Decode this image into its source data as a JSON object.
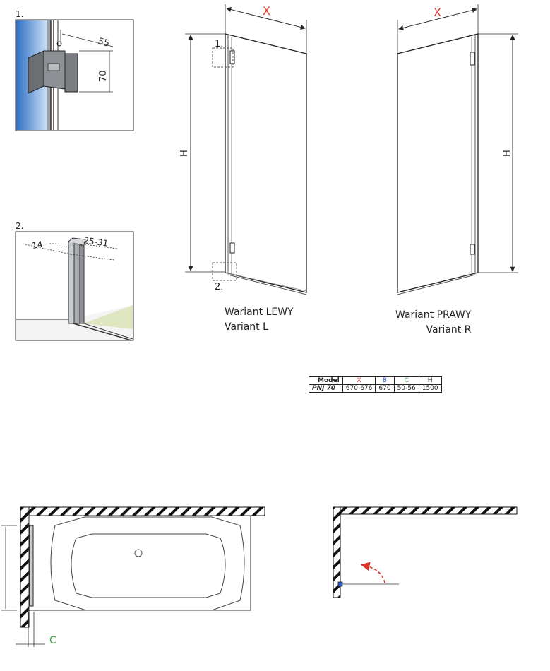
{
  "details": {
    "detail1_label": "1.",
    "detail2_label": "2.",
    "dim_55": "55",
    "dim_70": "70",
    "dim_14": "14",
    "dim_25_31": "25-31"
  },
  "elevations": {
    "left": {
      "x_label": "X",
      "h_label": "H",
      "callout1": "1.",
      "callout2": "2.",
      "caption_line1": "Wariant LEWY",
      "caption_line2": "Variant L"
    },
    "right": {
      "x_label": "X",
      "h_label": "H",
      "caption_line1": "Wariant PRAWY",
      "caption_line2": "Variant R"
    }
  },
  "spec_table": {
    "headers": {
      "model": "Model",
      "x": "X",
      "b": "B",
      "c": "C",
      "h": "H"
    },
    "row": {
      "model": "PNJ 70",
      "x": "670-676",
      "b": "670",
      "c": "50-56",
      "h": "1500"
    },
    "colors": {
      "x": "#e23b2e",
      "b": "#2a5bd7",
      "c": "#3aa63a",
      "h": "#222222"
    }
  },
  "plan_view": {
    "c_label": "C"
  }
}
